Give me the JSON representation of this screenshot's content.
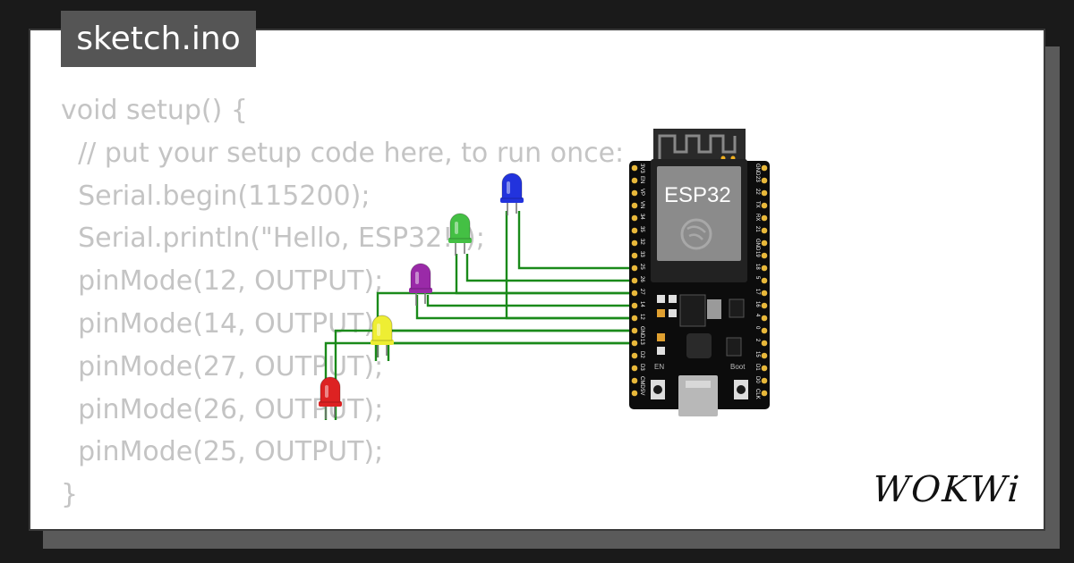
{
  "file_tab": {
    "title": "sketch.ino"
  },
  "code_lines": [
    "void setup() {",
    "  // put your setup code here, to run once:",
    "  Serial.begin(115200);",
    "  Serial.println(\"Hello, ESP32!\");",
    "  pinMode(12, OUTPUT);",
    "  pinMode(14, OUTPUT);",
    "  pinMode(27, OUTPUT);",
    "  pinMode(26, OUTPUT);",
    "  pinMode(25, OUTPUT);",
    "}"
  ],
  "board": {
    "label": "ESP32",
    "en_label": "EN",
    "boot_label": "Boot",
    "left_pins": [
      "3V3",
      "EN",
      "VP",
      "VN",
      "34",
      "35",
      "32",
      "33",
      "25",
      "26",
      "27",
      "14",
      "12",
      "GND",
      "13",
      "D2",
      "D3",
      "CMD",
      "5V"
    ],
    "right_pins": [
      "GND",
      "23",
      "22",
      "TX",
      "RX",
      "21",
      "GND",
      "19",
      "18",
      "5",
      "17",
      "16",
      "4",
      "0",
      "2",
      "15",
      "D1",
      "D0",
      "CLK"
    ]
  },
  "leds": [
    {
      "name": "blue",
      "color": "#2233dd"
    },
    {
      "name": "green",
      "color": "#44c044"
    },
    {
      "name": "purple",
      "color": "#9a2aa8"
    },
    {
      "name": "yellow",
      "color": "#eeee33"
    },
    {
      "name": "red",
      "color": "#dd2222"
    }
  ],
  "wire_color": "#1a8a1a",
  "logo": {
    "text": "WOKWi"
  }
}
